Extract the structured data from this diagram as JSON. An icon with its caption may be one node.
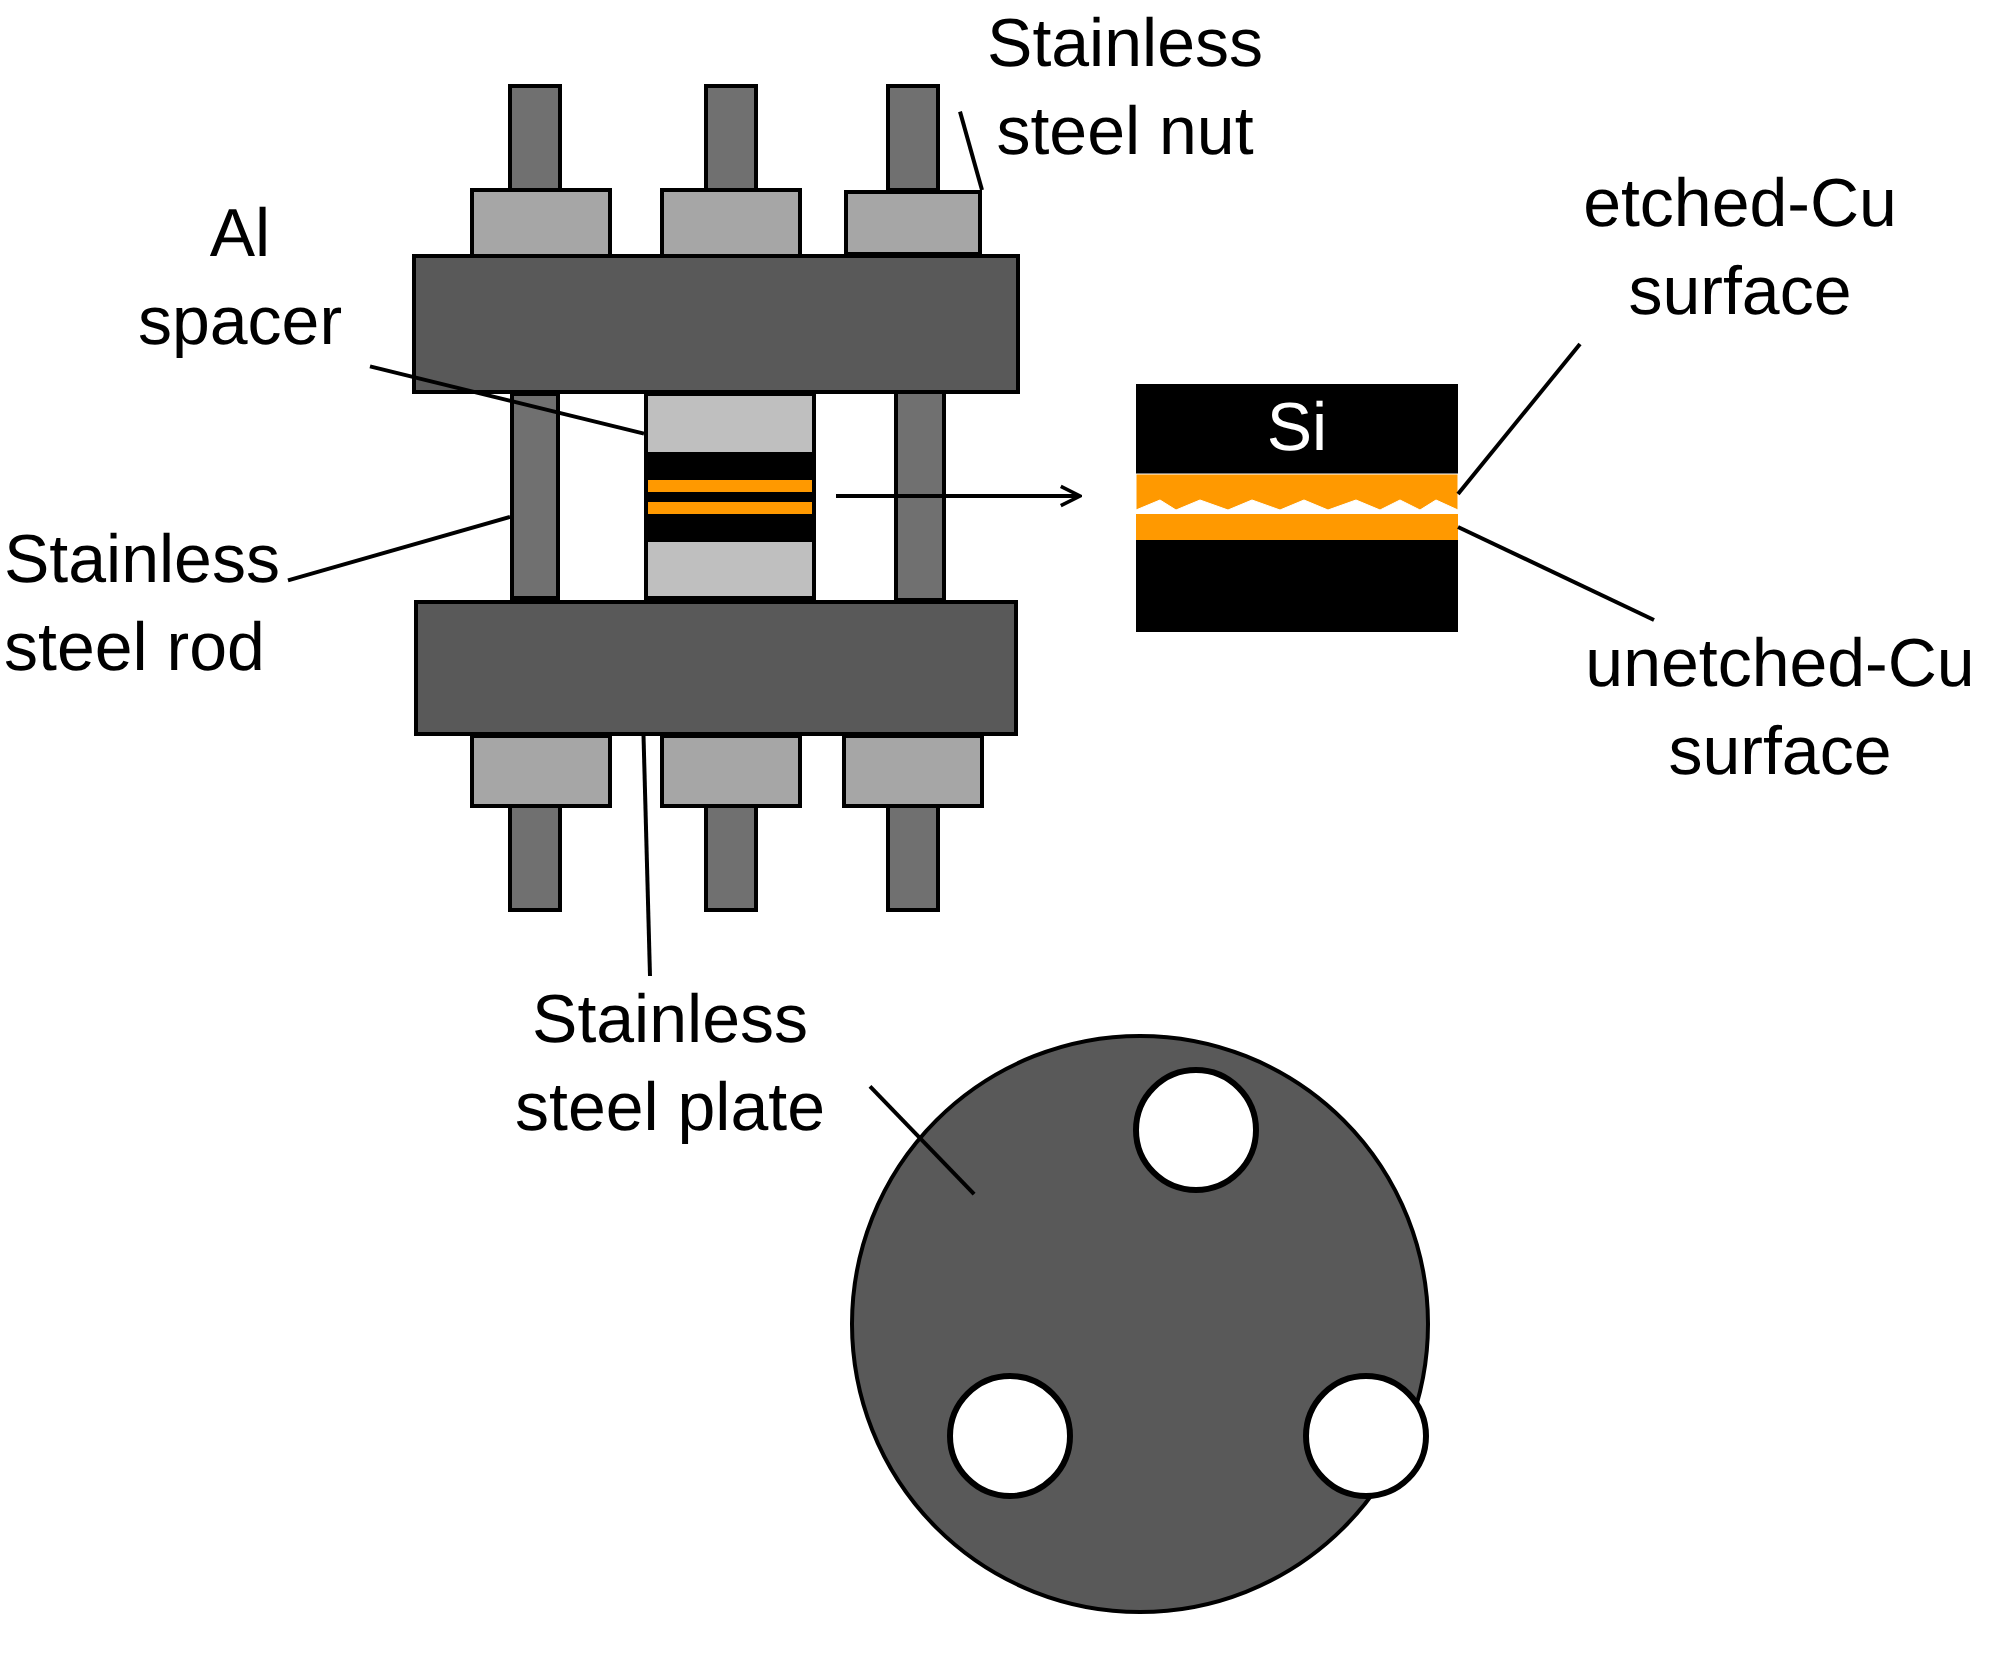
{
  "diagram": {
    "nodes": [
      {
        "text": [
          "Stainless steel nut"
        ]
      },
      {
        "text": [],
        "shape": "box"
      },
      {
        "text": [
          "Al spacer"
        ]
      },
      {
        "text": [],
        "shape": "box"
      },
      {
        "text": [
          "Stainless steel rod"
        ]
      },
      {
        "text": [],
        "shape": "bar"
      },
      {
        "text": [
          "Stainless steel plate"
        ]
      },
      {
        "text": [],
        "shape": "box"
      },
      {
        "text": [],
        "shape": "circle"
      },
      {
        "text": [
          "Si"
        ]
      },
      {
        "text": [
          "etched-Cu surface"
        ]
      },
      {
        "text": [],
        "shape": "bar",
        "in": 9
      },
      {
        "text": [
          "unetched-Cu surface"
        ]
      },
      {
        "text": [],
        "shape": "bar",
        "in": 9
      }
    ],
    "edges": [
      {
        "from": 0,
        "to": 1,
        "arrow": "none"
      },
      {
        "from": 2,
        "to": 3,
        "arrow": "none"
      },
      {
        "from": 4,
        "to": 5,
        "arrow": "none"
      },
      {
        "from": 6,
        "to": 7,
        "arrow": "none"
      },
      {
        "from": 6,
        "to": 8,
        "arrow": "none"
      },
      {
        "from": 3,
        "to": 9,
        "arrow": "to"
      },
      {
        "from": 10,
        "to": 11,
        "arrow": "none"
      },
      {
        "from": 12,
        "to": 13,
        "arrow": "none"
      }
    ]
  }
}
